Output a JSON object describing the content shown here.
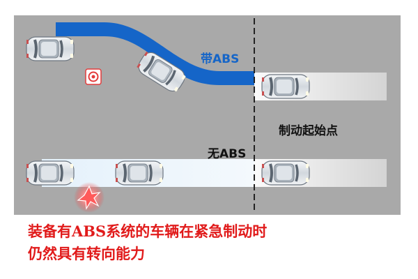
{
  "labels": {
    "with_abs": "带ABS",
    "without_abs": "无ABS",
    "braking_start": "制动起始点"
  },
  "caption": {
    "line1": "装备有ABS系统的车辆在紧急制动时",
    "line2": "仍然具有转向能力"
  },
  "colors": {
    "background_road": "#a9a9a9",
    "abs_path": "#1565c8",
    "no_abs_path": "#e4f1fb",
    "caption": "#e11b1b",
    "abs_label": "#1565c8",
    "obstacle": "#e33b3b"
  },
  "icons": [
    "obstacle-target-icon",
    "collision-burst-icon",
    "car-icon"
  ]
}
